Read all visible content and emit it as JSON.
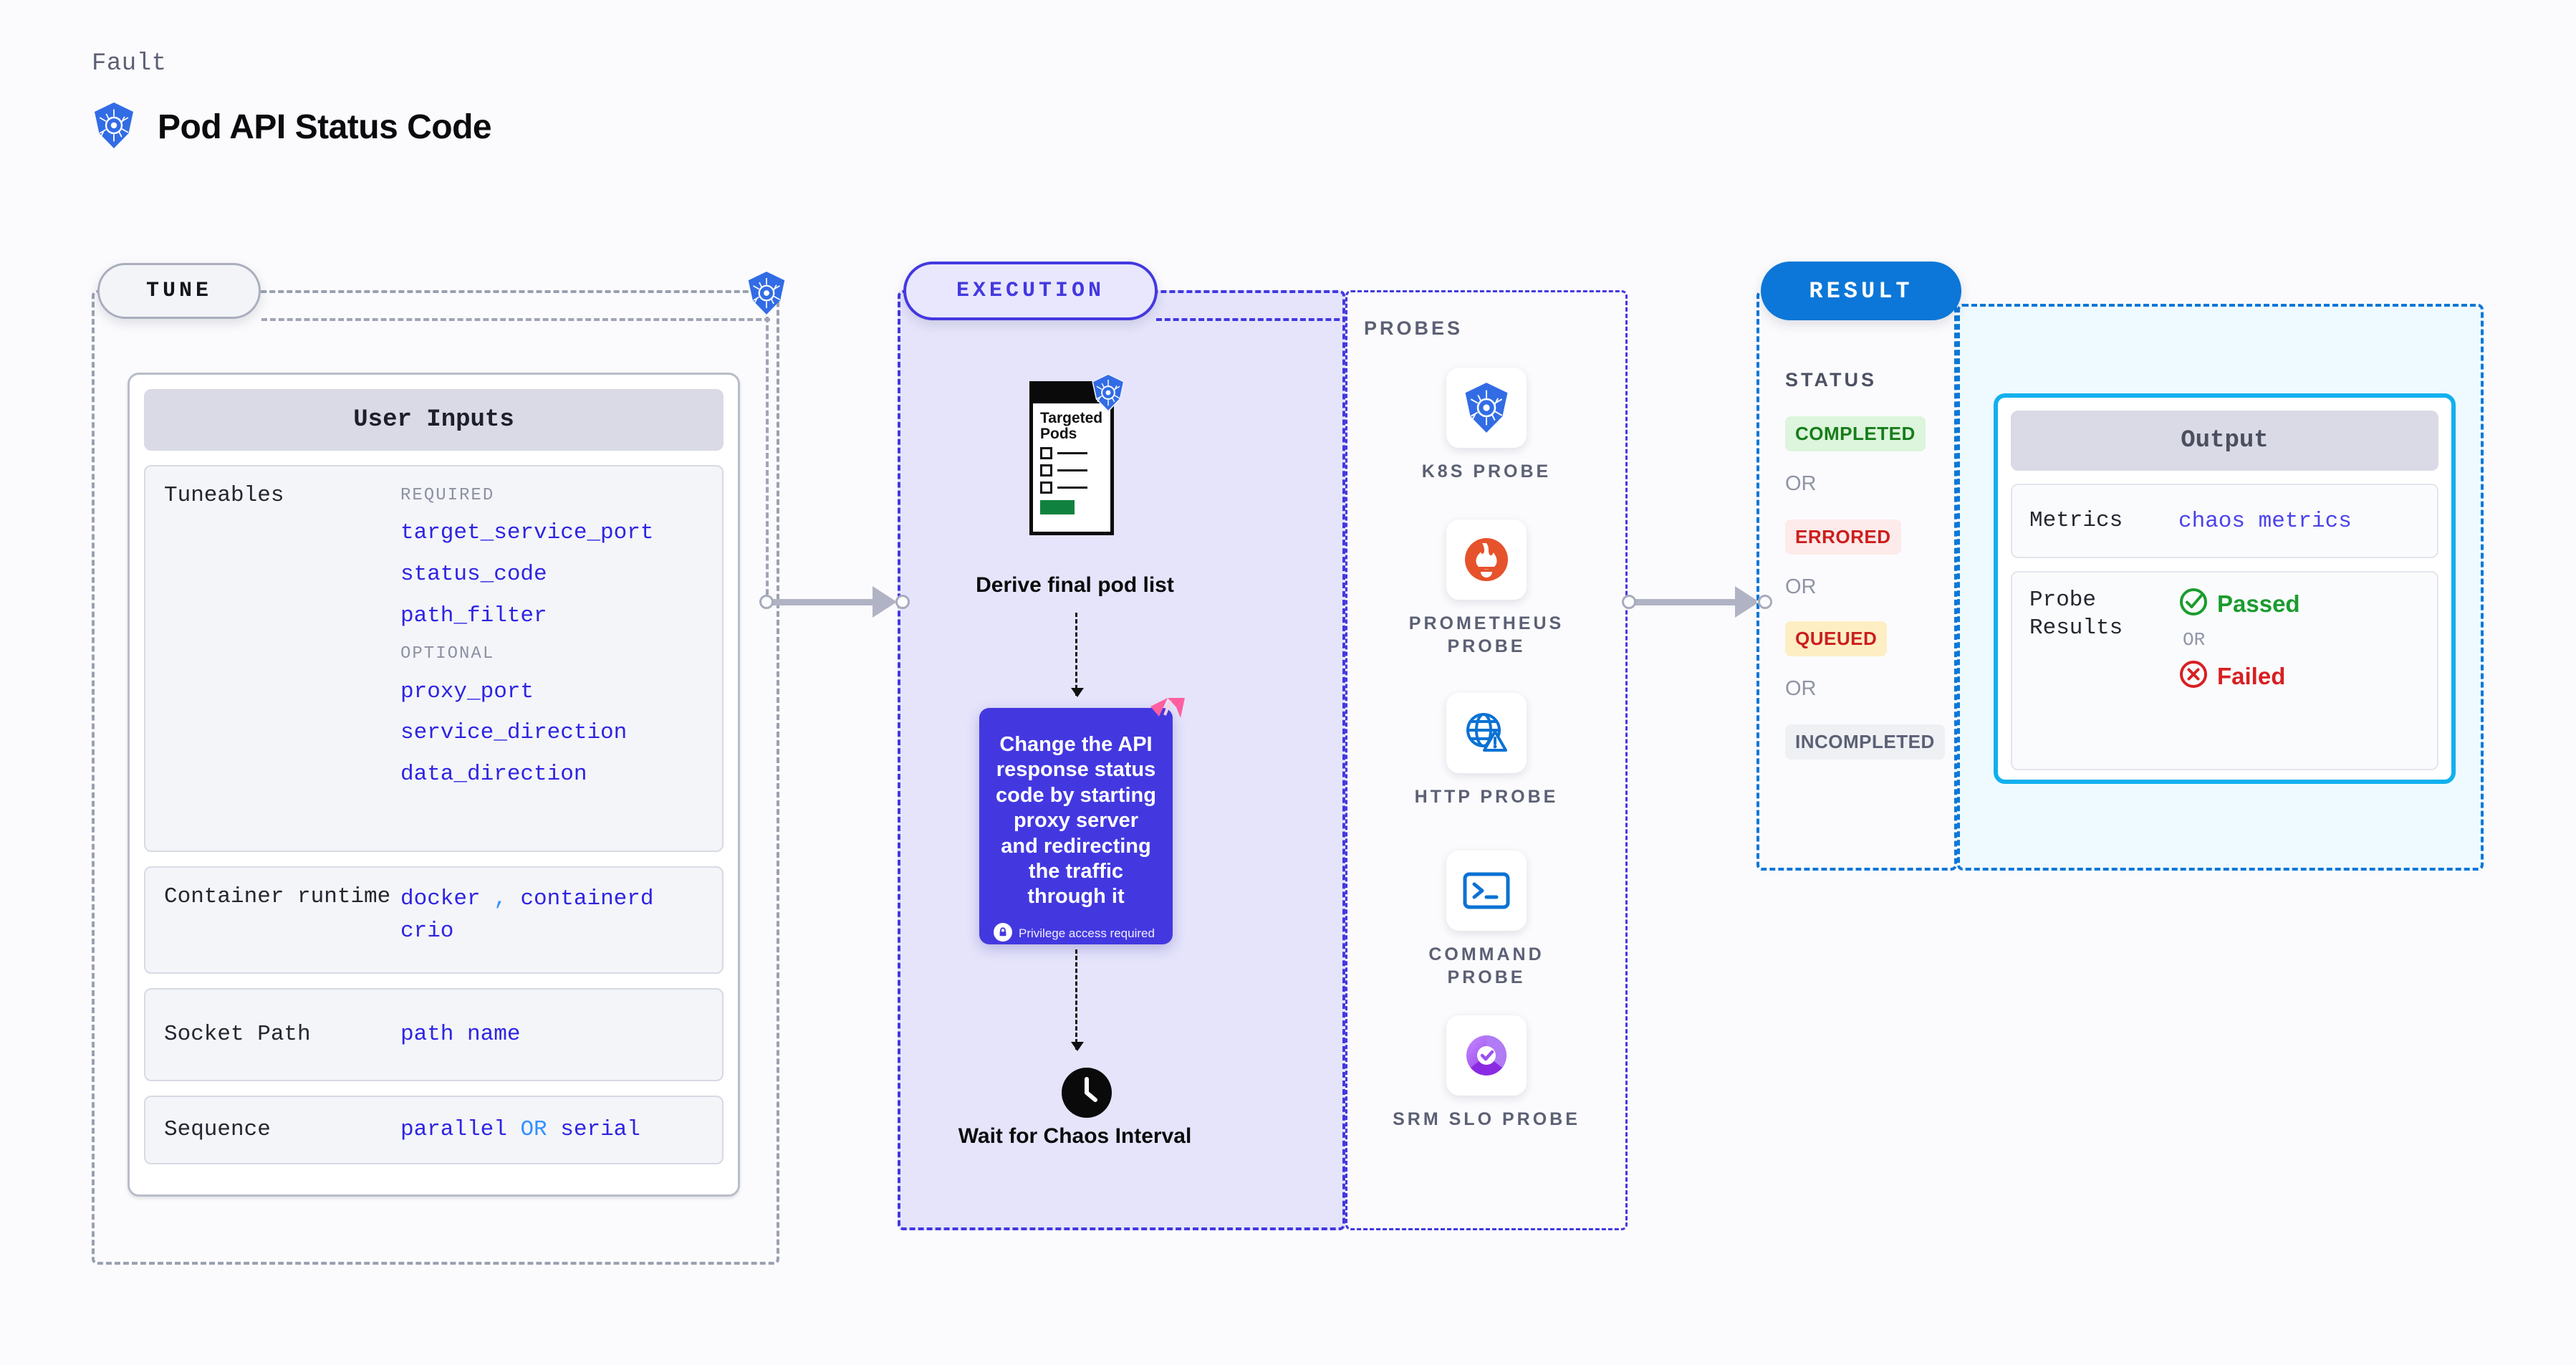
{
  "header": {
    "eyebrow": "Fault",
    "title": "Pod API Status Code",
    "icon": "kubernetes-icon"
  },
  "tune": {
    "pill_label": "TUNE",
    "card_title": "User Inputs",
    "tuneables": {
      "label": "Tuneables",
      "required_tag": "REQUIRED",
      "required": [
        "target_service_port",
        "status_code",
        "path_filter"
      ],
      "optional_tag": "OPTIONAL",
      "optional": [
        "proxy_port",
        "service_direction",
        "data_direction"
      ]
    },
    "container_runtime": {
      "label": "Container runtime",
      "values": [
        "docker",
        "containerd",
        "crio"
      ],
      "separator": ","
    },
    "socket_path": {
      "label": "Socket Path",
      "value": "path name"
    },
    "sequence": {
      "label": "Sequence",
      "value_a": "parallel",
      "or": "OR",
      "value_b": "serial"
    }
  },
  "execution": {
    "pill_label": "EXECUTION",
    "targeted_pods": {
      "heading": "Targeted Pods",
      "icon": "kubernetes-icon",
      "caption": "Derive final pod list"
    },
    "action": {
      "text": "Change the API response status code by starting proxy server and redirecting the traffic through it",
      "privilege_note": "Privilege access required",
      "privilege_icon": "lock-icon",
      "brand_icon": "harness-icon",
      "color": "#4338e0"
    },
    "wait": {
      "icon": "clock-icon",
      "caption": "Wait for Chaos Interval"
    }
  },
  "probes": {
    "title": "PROBES",
    "items": [
      {
        "name": "K8S PROBE",
        "icon": "kubernetes-icon"
      },
      {
        "name": "PROMETHEUS PROBE",
        "icon": "prometheus-icon"
      },
      {
        "name": "HTTP PROBE",
        "icon": "http-globe-warning-icon"
      },
      {
        "name": "COMMAND PROBE",
        "icon": "terminal-icon"
      },
      {
        "name": "SRM SLO PROBE",
        "icon": "srm-slo-donut-icon"
      }
    ]
  },
  "result": {
    "pill_label": "RESULT",
    "status_title": "STATUS",
    "or": "OR",
    "statuses": [
      {
        "label": "COMPLETED",
        "bg": "#dcf5dc",
        "fg": "#167d1a"
      },
      {
        "label": "ERRORED",
        "bg": "#fdeaea",
        "fg": "#cc1e1e"
      },
      {
        "label": "QUEUED",
        "bg": "#fdeec4",
        "fg": "#cc1e1e"
      },
      {
        "label": "INCOMPLETED",
        "bg": "#eef0f4",
        "fg": "#5c6074"
      }
    ]
  },
  "output": {
    "card_title": "Output",
    "metrics": {
      "label": "Metrics",
      "value": "chaos metrics"
    },
    "probe_results": {
      "label": "Probe Results",
      "passed": "Passed",
      "or": "OR",
      "failed": "Failed",
      "passed_icon": "check-circle-icon",
      "failed_icon": "x-circle-icon"
    }
  }
}
